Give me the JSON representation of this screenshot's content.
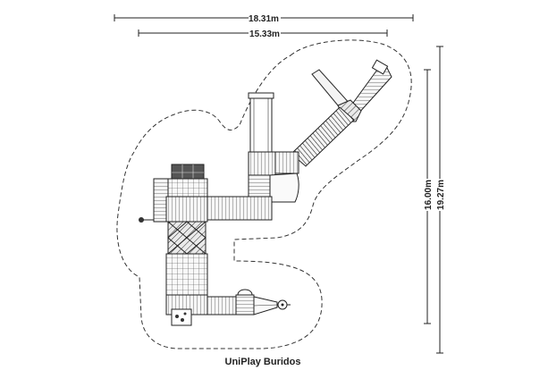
{
  "dimensions": {
    "overall_width": "18.31m",
    "equipment_width": "15.33m",
    "equipment_depth": "16.00m",
    "overall_depth": "19.27m"
  },
  "caption": "UniPlay Buridos",
  "colors": {
    "line": "#222222",
    "background": "#ffffff",
    "deck": "#f4f4f4",
    "roof": "#555555"
  }
}
